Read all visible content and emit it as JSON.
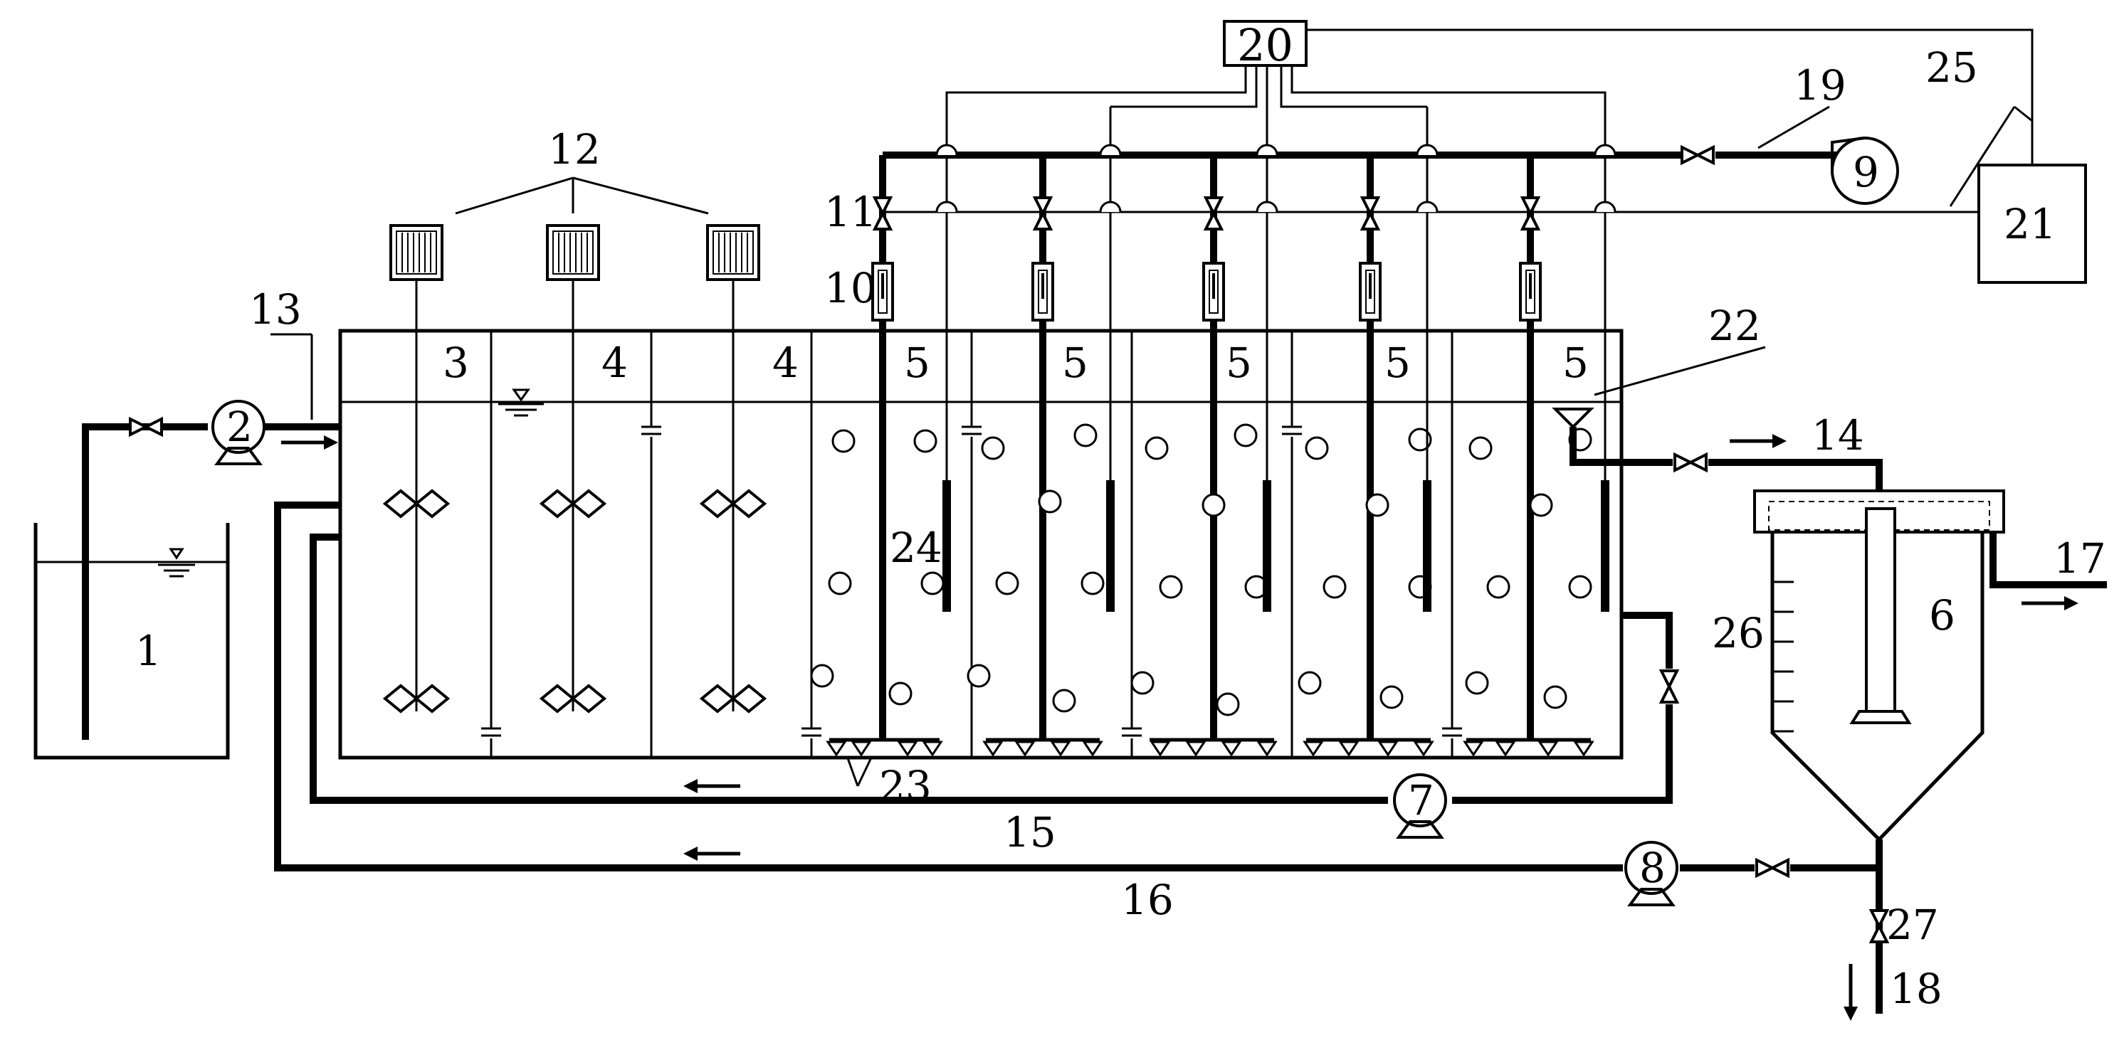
{
  "labels": {
    "l1": "1",
    "l2": "2",
    "l3": "3",
    "l4a": "4",
    "l4b": "4",
    "l5a": "5",
    "l5b": "5",
    "l5c": "5",
    "l5d": "5",
    "l5e": "5",
    "l6": "6",
    "l7": "7",
    "l8": "8",
    "l9": "9",
    "l10": "10",
    "l11": "11",
    "l12": "12",
    "l13": "13",
    "l14": "14",
    "l15": "15",
    "l16": "16",
    "l17": "17",
    "l18": "18",
    "l19": "19",
    "l20": "20",
    "l21": "21",
    "l22": "22",
    "l23": "23",
    "l24": "24",
    "l25": "25",
    "l26": "26",
    "l27": "27"
  },
  "colors": {
    "line": "#000000",
    "background": "#ffffff"
  }
}
